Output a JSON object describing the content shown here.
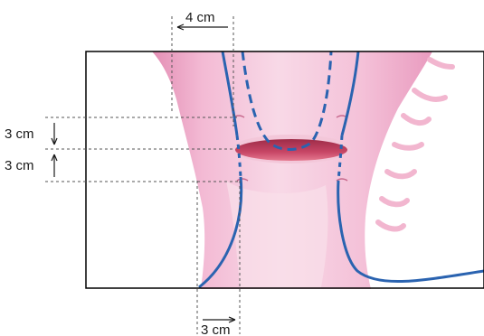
{
  "dimensions": {
    "top_width": "4 cm",
    "upper_height": "3 cm",
    "lower_height": "3 cm",
    "bottom_width": "3 cm"
  },
  "colors": {
    "tissue_light": "#f6d3e2",
    "tissue_mid": "#f1aecb",
    "tissue_dark": "#e891b8",
    "incision_dark": "#b83a5a",
    "incision_light": "#e06b86",
    "suture_blue": "#2a63b0",
    "frame": "#000000",
    "guide_dash": "#555555"
  }
}
